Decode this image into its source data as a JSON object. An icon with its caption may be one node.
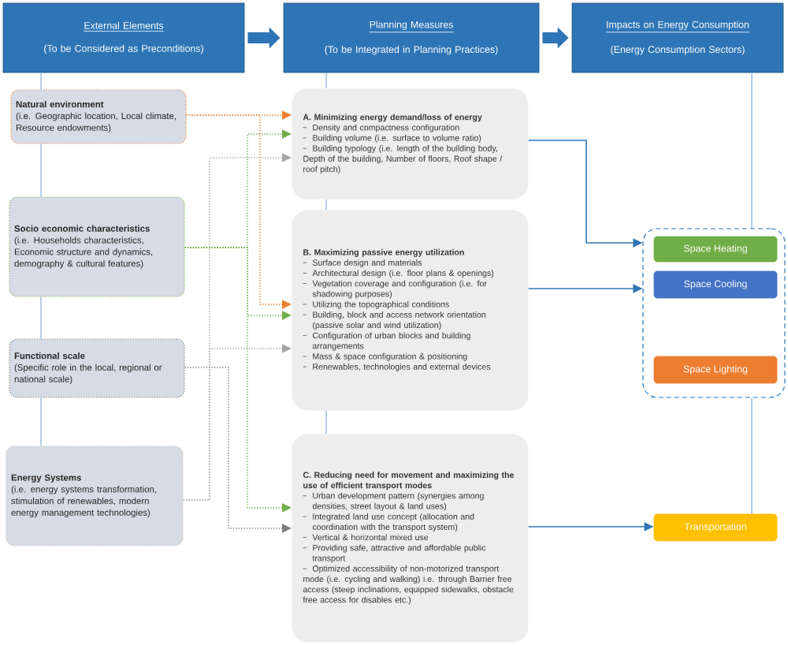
{
  "diagram": {
    "nodes": [
      {
        "text": [
          "External Elements",
          "(To be Considered as Preconditions)"
        ]
      },
      {
        "text": [
          "Planning Measures",
          "(To be Integrated in Planning Practices)"
        ]
      },
      {
        "text": [
          "Impacts on Energy Consumption",
          "(Energy Consumption Sectors)"
        ]
      },
      {
        "text": [
          "Natural environment",
          "(i.e. Geographic location, Local climate, Resource endowments)"
        ]
      },
      {
        "text": [
          "Socio economic characteristics",
          "(i.e. Households characteristics, Economic structure and dynamics, demography & cultural features)"
        ]
      },
      {
        "text": [
          "Functional scale",
          "(Specific role in the local, regional or national scale)"
        ]
      },
      {
        "text": [
          "Energy Systems",
          "(i.e. energy systems transformation, stimulation of renewables, modern energy management technologies)"
        ]
      },
      {
        "text": [
          "A. Minimizing energy demand/loss of energy",
          "Density and compactness configuration",
          "Building volume (i.e. surface to volume ratio)",
          "Building typology (i.e. length of the building body, Depth of the building, Number of floors, Roof shape / roof pitch)"
        ]
      },
      {
        "text": [
          "B. Maximizing passive energy utilization",
          "Surface design and materials",
          "Architectural design (i.e. floor plans & openings)",
          "Vegetation coverage and configuration (i.e. for shadowing purposes)",
          "Utilizing the topographical conditions",
          "Building, block and access network orientation (passive solar and wind utilization)",
          "Configuration of urban blocks and building arrangements",
          "Mass & space configuration & positioning",
          "Renewables, technologies and external devices"
        ]
      },
      {
        "text": [
          "C. Reducing need for movement and maximizing the use of efficient transport modes",
          "Urban development pattern (synergies among densities, street layout & land uses)",
          "Integrated land use concept (allocation and coordination with the transport system)",
          "Vertical & horizontal mixed use",
          "Providing safe, attractive and affordable public transport",
          "Optimized accessibility of non-motorized transport mode (i.e. cycling and walking) i.e. through Barrier free access (steep inclinations, equipped sidewalks, obstacle free access for disables etc.)"
        ]
      },
      {
        "text": [],
        "shape": "box"
      },
      {
        "text": [
          "Space Heating"
        ],
        "in": 10
      },
      {
        "text": [
          "Space Cooling"
        ],
        "in": 10
      },
      {
        "text": [
          "Space Lighting"
        ],
        "in": 10
      },
      {
        "text": [
          "Transportation"
        ]
      }
    ],
    "edges": [
      {
        "from": 0,
        "to": 1,
        "arrow": "to",
        "style": "thick",
        "color": "#2e75b6"
      },
      {
        "from": 1,
        "to": 2,
        "arrow": "to",
        "style": "thick",
        "color": "#2e75b6"
      },
      {
        "from": 0,
        "to": 3,
        "arrow": "none"
      },
      {
        "from": 3,
        "to": 4,
        "arrow": "none"
      },
      {
        "from": 4,
        "to": 5,
        "arrow": "none"
      },
      {
        "from": 5,
        "to": 6,
        "arrow": "none"
      },
      {
        "from": 1,
        "to": 7,
        "arrow": "none"
      },
      {
        "from": 7,
        "to": 8,
        "arrow": "none"
      },
      {
        "from": 8,
        "to": 9,
        "arrow": "none"
      },
      {
        "from": 2,
        "to": 10,
        "arrow": "none"
      },
      {
        "from": 10,
        "to": 14,
        "arrow": "none"
      },
      {
        "from": 3,
        "to": 7,
        "arrow": "to",
        "style": "dashed",
        "color": "#ed7d31"
      },
      {
        "from": 3,
        "to": 8,
        "arrow": "to",
        "style": "dashed",
        "color": "#ed7d31"
      },
      {
        "from": 4,
        "to": 7,
        "arrow": "to",
        "style": "dashed",
        "color": "#70ad47"
      },
      {
        "from": 4,
        "to": 8,
        "arrow": "to",
        "style": "dashed",
        "color": "#70ad47"
      },
      {
        "from": 4,
        "to": 9,
        "arrow": "to",
        "style": "dashed",
        "color": "#70ad47"
      },
      {
        "from": 6,
        "to": 7,
        "arrow": "to",
        "style": "dashed",
        "color": "#a6a6a6"
      },
      {
        "from": 6,
        "to": 8,
        "arrow": "to",
        "style": "dashed",
        "color": "#a6a6a6"
      },
      {
        "from": 5,
        "to": 9,
        "arrow": "to",
        "style": "dashed",
        "color": "#7f7f7f"
      },
      {
        "from": 7,
        "to": 10,
        "arrow": "to",
        "color": "#2e75b6"
      },
      {
        "from": 8,
        "to": 10,
        "arrow": "to",
        "color": "#2e75b6"
      },
      {
        "from": 9,
        "to": 14,
        "arrow": "to",
        "color": "#2e75b6"
      }
    ]
  }
}
